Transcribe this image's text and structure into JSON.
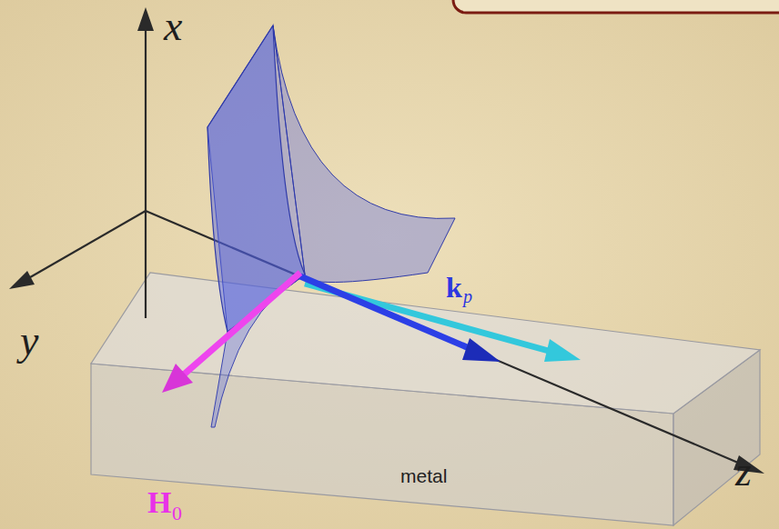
{
  "diagram": {
    "labels": [
      "x",
      "y",
      "z",
      "k",
      "p",
      "H",
      "0",
      "metal"
    ]
  }
}
